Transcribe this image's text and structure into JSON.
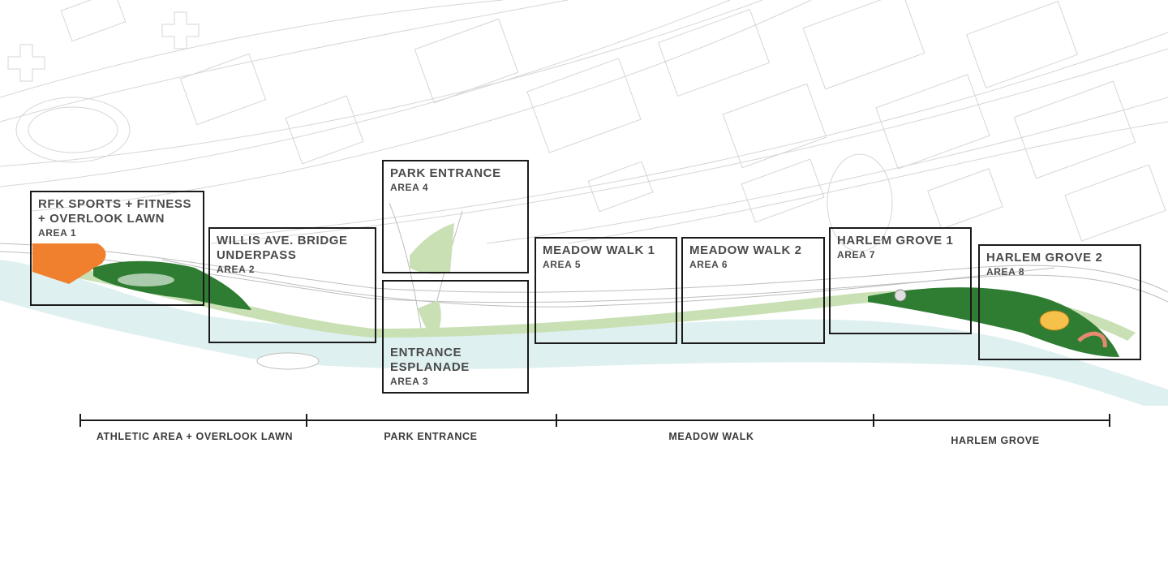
{
  "areas": [
    {
      "id": "area-1",
      "title": "RFK SPORTS + FITNESS\n+ OVERLOOK LAWN",
      "area": "AREA 1"
    },
    {
      "id": "area-2",
      "title": "WILLIS AVE. BRIDGE\nUNDERPASS",
      "area": "AREA 2"
    },
    {
      "id": "area-4",
      "title": "PARK ENTRANCE",
      "area": "AREA 4"
    },
    {
      "id": "area-3",
      "title": "ENTRANCE\nESPLANADE",
      "area": "AREA 3"
    },
    {
      "id": "area-5",
      "title": "MEADOW WALK 1",
      "area": "AREA 5"
    },
    {
      "id": "area-6",
      "title": "MEADOW WALK 2",
      "area": "AREA 6"
    },
    {
      "id": "area-7",
      "title": "HARLEM GROVE 1",
      "area": "AREA 7"
    },
    {
      "id": "area-8",
      "title": "HARLEM GROVE 2",
      "area": "AREA 8"
    }
  ],
  "zones": [
    {
      "id": "athletic",
      "label": "ATHLETIC AREA + OVERLOOK LAWN"
    },
    {
      "id": "park-entrance",
      "label": "PARK ENTRANCE"
    },
    {
      "id": "meadow-walk",
      "label": "MEADOW WALK"
    },
    {
      "id": "harlem-grove",
      "label": "HARLEM GROVE"
    }
  ],
  "colors": {
    "water": "#dff0f1",
    "park_green": "#2f7d32",
    "light_green": "#c9e0b4",
    "athletic_orange": "#f07f2e",
    "street_lines": "#d3d3d3",
    "box_border": "#1a1a1a",
    "label_text": "#4a4a4a"
  }
}
